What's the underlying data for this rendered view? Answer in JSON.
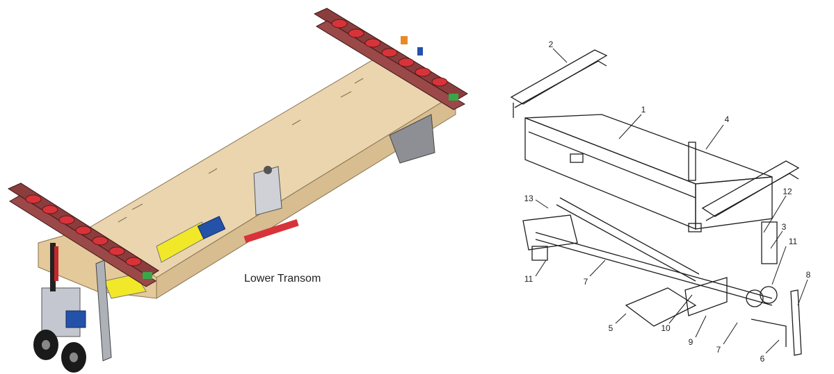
{
  "caption": "Lower Transom",
  "part_labels": [
    "1",
    "2",
    "3",
    "4",
    "5",
    "6",
    "7",
    "8",
    "9",
    "10",
    "11",
    "12",
    "13"
  ],
  "colors": {
    "wood": "#e9d2a9",
    "wood_dark": "#c9ad7e",
    "rail_red": "#8b3d3d",
    "pad_red": "#d8333a",
    "yellow_part": "#f2e82a",
    "blue_part": "#2452a8",
    "steel": "#c7c9cf",
    "line": "#1c1c1c"
  }
}
